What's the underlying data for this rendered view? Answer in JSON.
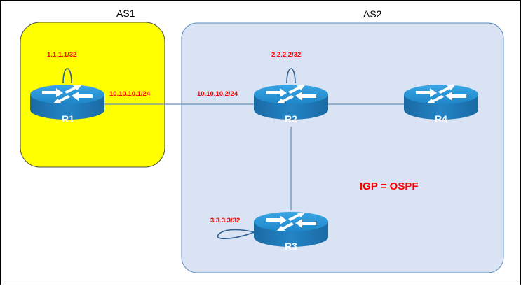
{
  "autonomous_systems": [
    {
      "name": "AS1",
      "fill": "#ffff00"
    },
    {
      "name": "AS2",
      "fill": "#dae3f3"
    }
  ],
  "routers": [
    {
      "name": "R1",
      "loopback": "1.1.1.1/32"
    },
    {
      "name": "R2",
      "loopback": "2.2.2.2/32"
    },
    {
      "name": "R3",
      "loopback": "3.3.3.3/32"
    },
    {
      "name": "R4",
      "loopback": ""
    }
  ],
  "interfaces": {
    "r1_link": "10.10.10.1/24",
    "r2_link": "10.10.10.2/24"
  },
  "igp": "IGP = OSPF",
  "colors": {
    "router_body": "#1f7fbf",
    "router_top": "#2b97d8",
    "label_red": "#ff0000",
    "link": "#5a7fa8"
  }
}
